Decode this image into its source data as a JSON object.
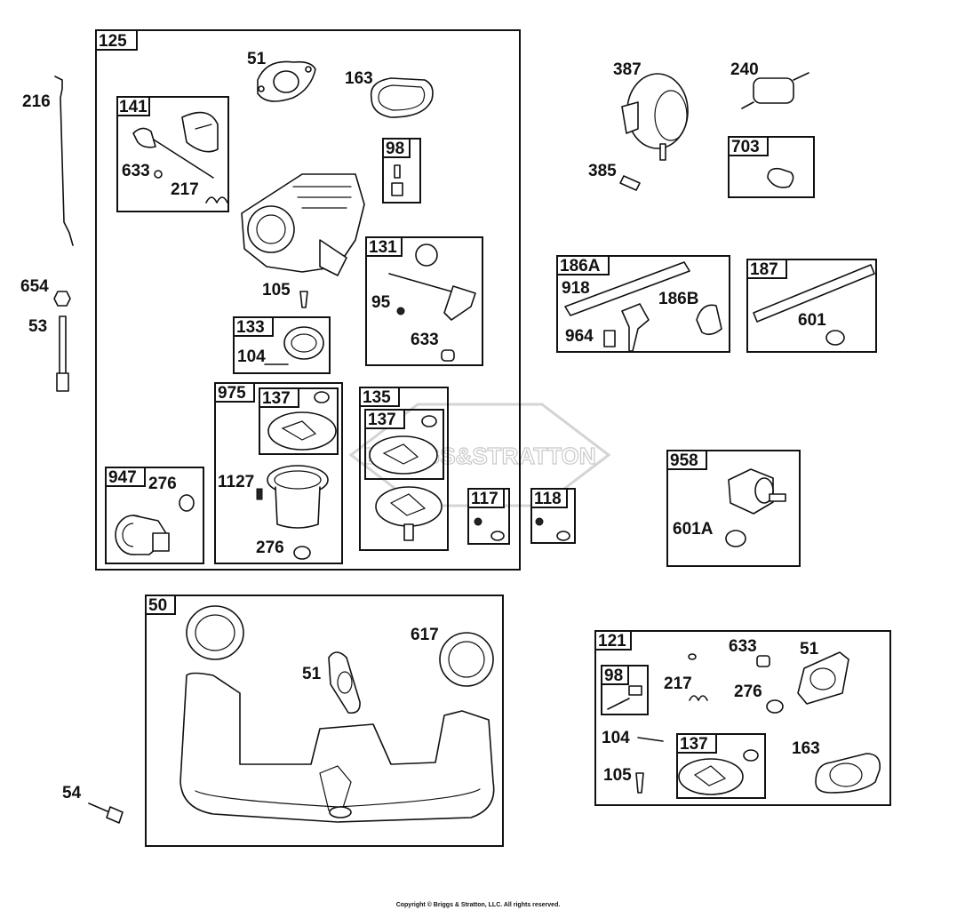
{
  "watermark": "BRIGGS&STRATTON",
  "copyright": "Copyright © Briggs & Stratton, LLC. All rights reserved.",
  "groups": {
    "g125": "125",
    "g141": "141",
    "g98a": "98",
    "g131": "131",
    "g133": "133",
    "g975": "975",
    "g137a": "137",
    "g135": "135",
    "g137b": "137",
    "g947": "947",
    "g117": "117",
    "g118": "118",
    "g703": "703",
    "g186a": "186A",
    "g187": "187",
    "g958": "958",
    "g50": "50",
    "g121": "121",
    "g98b": "98",
    "g137c": "137"
  },
  "labels": {
    "p216": "216",
    "p654": "654",
    "p53": "53",
    "p54": "54",
    "p51a": "51",
    "p163a": "163",
    "p633a": "633",
    "p217a": "217",
    "p105a": "105",
    "p95": "95",
    "p633b": "633",
    "p104a": "104",
    "p1127": "1127",
    "p276a": "276",
    "p276b": "276",
    "p387": "387",
    "p240": "240",
    "p385": "385",
    "p918": "918",
    "p186b": "186B",
    "p964": "964",
    "p601": "601",
    "p601a": "601A",
    "p617": "617",
    "p51b": "51",
    "p633c": "633",
    "p51c": "51",
    "p217b": "217",
    "p276c": "276",
    "p104b": "104",
    "p163b": "163",
    "p105b": "105"
  }
}
